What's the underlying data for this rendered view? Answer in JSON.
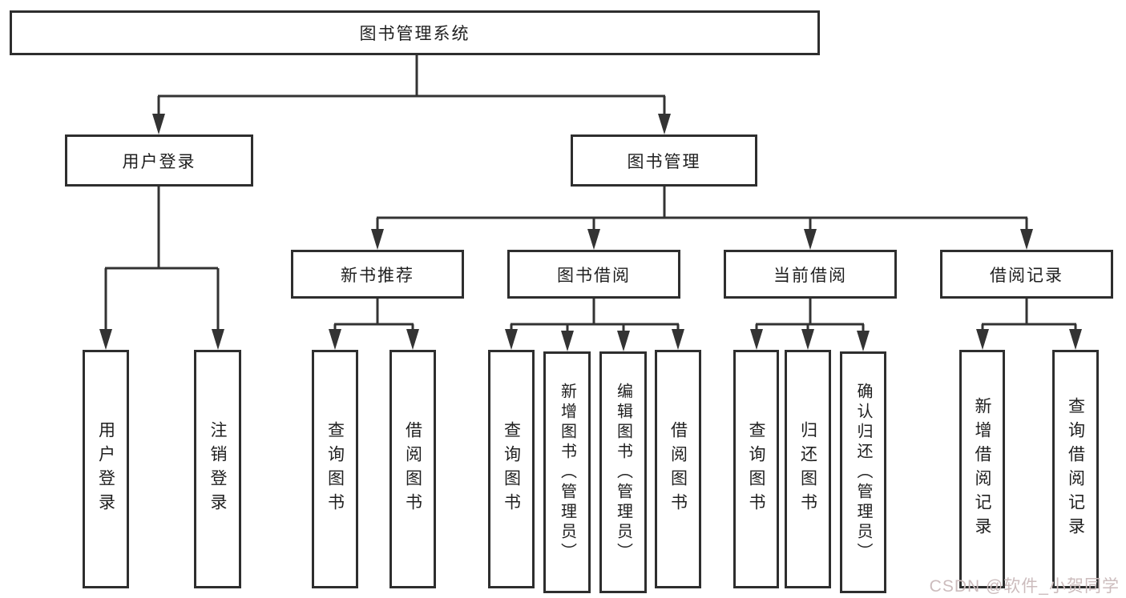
{
  "diagram": {
    "root": {
      "label": "图书管理系统"
    },
    "level2": [
      {
        "label": "用户登录"
      },
      {
        "label": "图书管理"
      }
    ],
    "level3": [
      {
        "label": "新书推荐"
      },
      {
        "label": "图书借阅"
      },
      {
        "label": "当前借阅"
      },
      {
        "label": "借阅记录"
      }
    ],
    "leaves": {
      "user_login": [
        "用户登录",
        "注销登录"
      ],
      "new_books": [
        "查询图书",
        "借阅图书"
      ],
      "book_borrow": [
        "查询图书",
        "新增图书（管理员）",
        "编辑图书（管理员）",
        "借阅图书"
      ],
      "current_borrow": [
        "查询图书",
        "归还图书",
        "确认归还（管理员）"
      ],
      "borrow_records": [
        "新增借阅记录",
        "查询借阅记录"
      ]
    }
  },
  "watermark": {
    "text": "CSDN @软件_小贺同学",
    "color": "#ccbcbd"
  },
  "colors": {
    "line": "#333333",
    "box_border": "#2e2e2e",
    "text": "#1f1f1f",
    "background": "#ffffff"
  }
}
